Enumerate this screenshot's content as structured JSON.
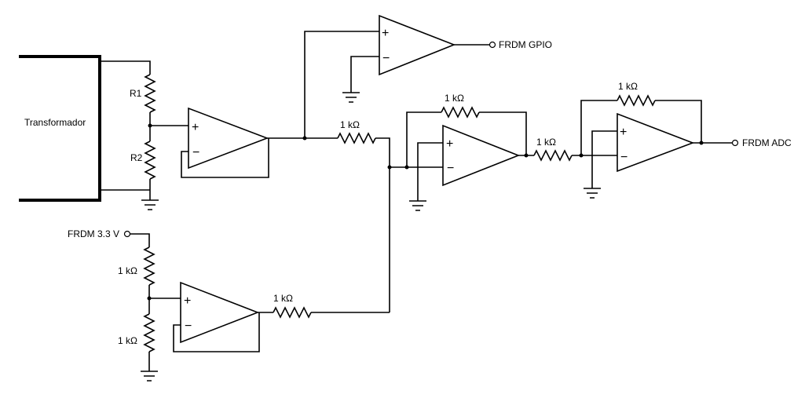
{
  "labels": {
    "transformer": "Transformador",
    "r1": "R1",
    "r2": "R2",
    "frdm_33v": "FRDM 3.3 V",
    "frdm_gpio": "FRDM GPIO",
    "frdm_adc": "FRDM ADC",
    "res_sum_in1": "1 kΩ",
    "res_sum_in2": "1 kΩ",
    "res_sum_fb": "1 kΩ",
    "res_inv_in": "1 kΩ",
    "res_inv_fb": "1 kΩ",
    "res_div_top": "1 kΩ",
    "res_div_bot": "1 kΩ"
  },
  "opamp_symbols": {
    "plus": "+",
    "minus": "−"
  }
}
